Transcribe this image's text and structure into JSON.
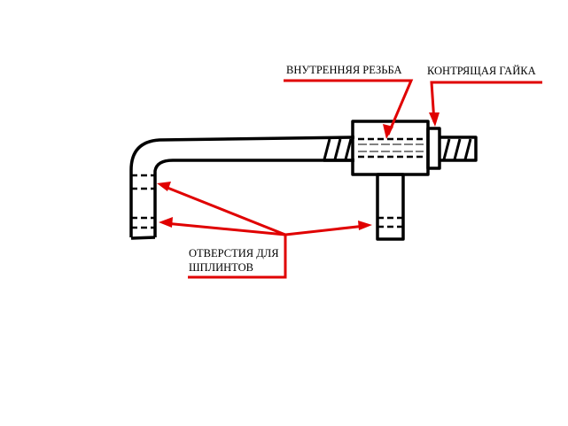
{
  "labels": {
    "internal_thread": "ВНУТРЕННЯЯ РЕЗЬБА",
    "lock_nut": "КОНТРЯЩАЯ ГАЙКА",
    "holes_line1": "ОТВЕРСТИЯ ДЛЯ",
    "holes_line2": "ШПЛИНТОВ"
  },
  "colors": {
    "annotation": "#e00000",
    "drawing": "#000000"
  }
}
